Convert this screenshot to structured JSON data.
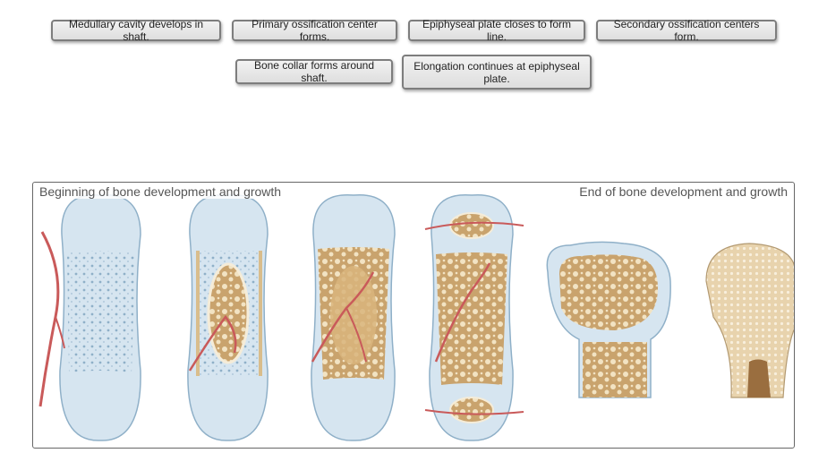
{
  "labels": [
    "Medullary cavity develops in shaft.",
    "Primary ossification center forms.",
    "Epiphyseal plate closes to form line.",
    "Secondary ossification centers form.",
    "Bone collar forms around shaft.",
    "Elongation continues at epiphyseal plate."
  ],
  "figure": {
    "left_caption": "Beginning of bone development and growth",
    "right_caption": "End of bone development and growth"
  },
  "colors": {
    "cartilage": "#c9dbe9",
    "bone": "#d9bd8c",
    "vessel": "#c95a5a",
    "button_border": "#7d7d7d"
  }
}
